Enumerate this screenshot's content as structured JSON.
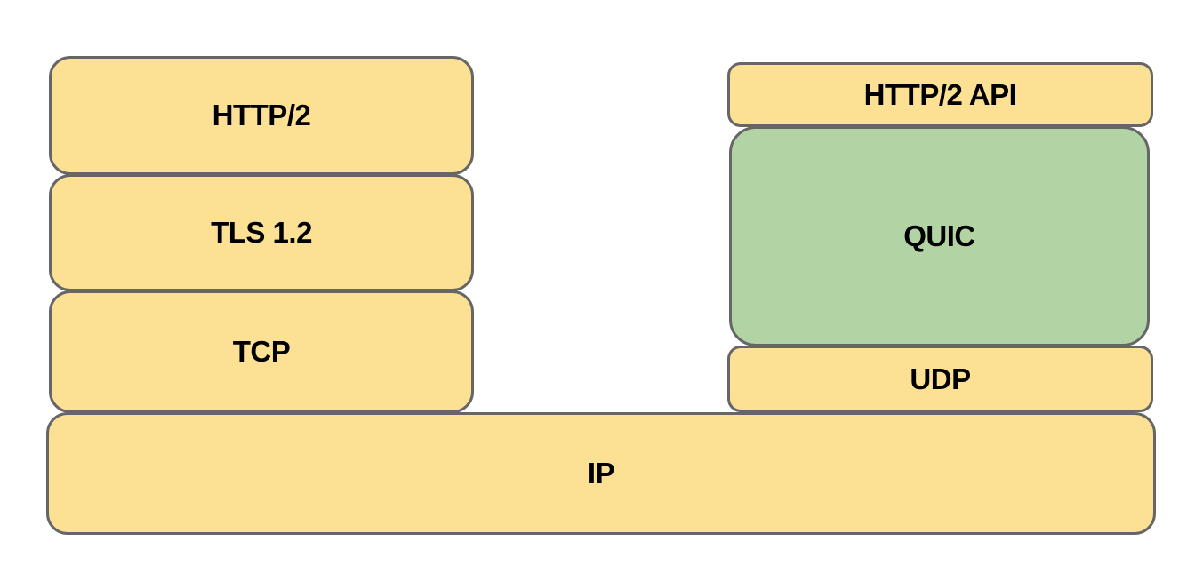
{
  "diagram": {
    "colors": {
      "yellow_fill": "#FCE094",
      "green_fill": "#B2D3A4",
      "border": "#666666",
      "text": "#000000",
      "background": "#FFFFFF"
    },
    "left_stack": {
      "items": [
        {
          "id": "http2",
          "label": "HTTP/2",
          "fill": "yellow"
        },
        {
          "id": "tls",
          "label": "TLS 1.2",
          "fill": "yellow"
        },
        {
          "id": "tcp",
          "label": "TCP",
          "fill": "yellow"
        }
      ]
    },
    "right_stack": {
      "items": [
        {
          "id": "http2-api",
          "label": "HTTP/2 API",
          "fill": "yellow"
        },
        {
          "id": "quic",
          "label": "QUIC",
          "fill": "green"
        },
        {
          "id": "udp",
          "label": "UDP",
          "fill": "yellow"
        }
      ]
    },
    "base_layer": {
      "id": "ip",
      "label": "IP",
      "fill": "yellow"
    }
  }
}
